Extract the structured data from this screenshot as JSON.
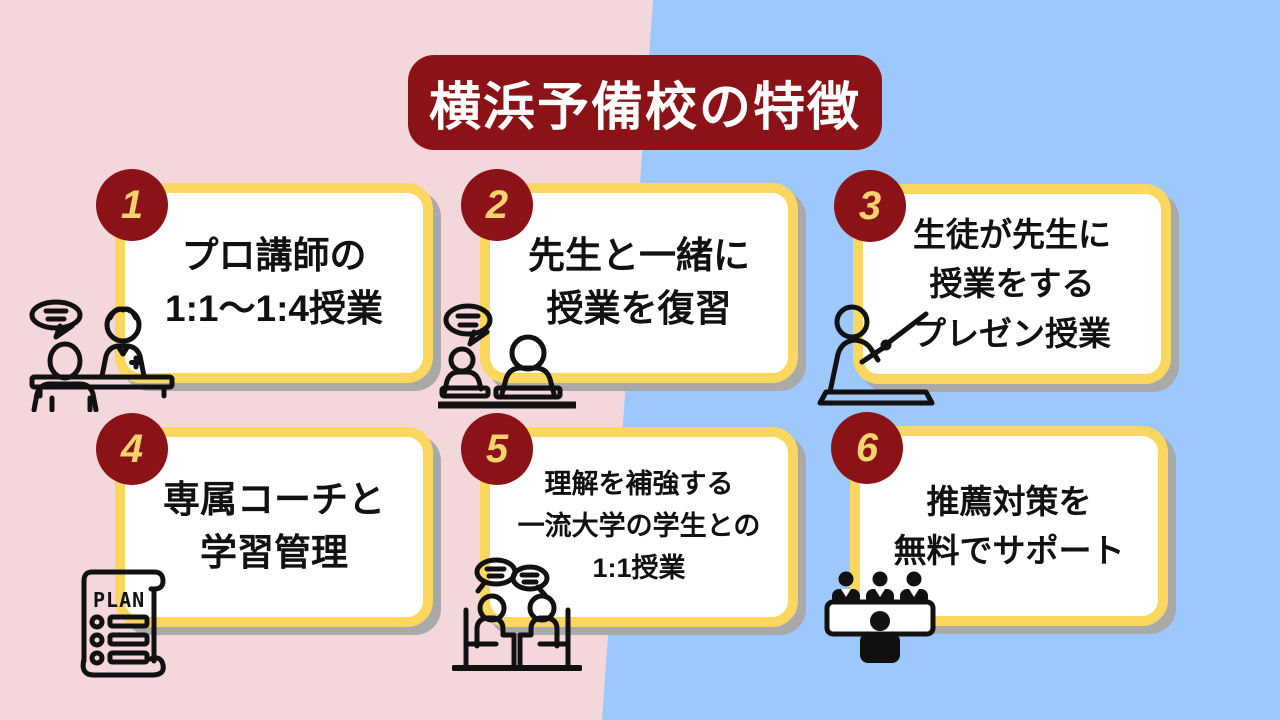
{
  "title": {
    "text": "横浜予備校の特徴"
  },
  "cards": [
    {
      "number": "1",
      "lines": [
        "プロ講師の",
        "1:1〜1:4授業"
      ],
      "icon": "teacher-at-desk-icon"
    },
    {
      "number": "2",
      "lines": [
        "先生と一緒に",
        "授業を復習"
      ],
      "icon": "review-with-teacher-icon"
    },
    {
      "number": "3",
      "lines": [
        "生徒が先生に",
        "授業をする",
        "プレゼン授業"
      ],
      "icon": "student-presenter-icon"
    },
    {
      "number": "4",
      "lines": [
        "専属コーチと",
        "学習管理"
      ],
      "icon": "plan-scroll-icon"
    },
    {
      "number": "5",
      "lines": [
        "理解を補強する",
        "一流大学の学生との",
        "1:1授業"
      ],
      "icon": "one-on-one-discussion-icon"
    },
    {
      "number": "6",
      "lines": [
        "推薦対策を",
        "無料でサポート"
      ],
      "icon": "interview-panel-icon"
    }
  ],
  "icons": {
    "plan_label": "PLAN"
  },
  "colors": {
    "left_background_pink": "#f4d7da",
    "right_background_blue": "#9cc8fd",
    "banner_maroon": "#8b1216",
    "card_border_yellow": "#fbd75f",
    "card_shadow_gray": "#a9a9a9",
    "number_gold": "#f2d36e",
    "text_black": "#111111",
    "title_text_white": "#ffffff"
  }
}
